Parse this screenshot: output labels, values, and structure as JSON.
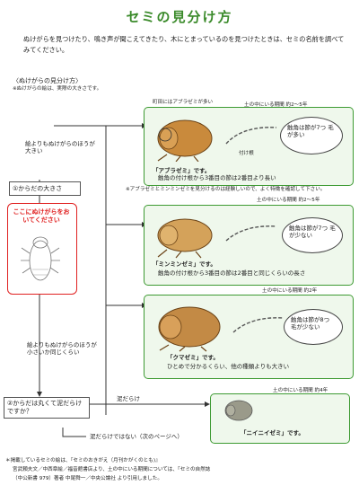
{
  "title": "セミの見分け方",
  "intro": "ぬけがらを見つけたり、鳴き声が聞こえてきたり、木にとまっているのを見つけたときは、セミの名前を調べてみてください。",
  "section": {
    "heading": "〈ぬけがらの見分け方〉",
    "note": "※ぬけがらの絵は、実際の大きさです。"
  },
  "left": {
    "q_large": "絵よりもぬけがらのほうが大きい",
    "step1": "①からだの大きさ",
    "red_box": "ここにぬけがらをおいてください",
    "q_small": "絵よりもぬけがらのほうが小さいか同じくらい",
    "step2": "②からだは丸くて泥だらけですか？",
    "muddy": "泥だらけ",
    "not_muddy": "泥だらけではない（次のページへ）"
  },
  "cards": [
    {
      "top_note": "町田にはアブラゼミが多い",
      "period": "土の中にいる期間 約2～5年",
      "name": "「アブラゼミ」です。",
      "desc": "触角の付け根から3番目の節は2番目より長い",
      "bubble": "触角は節が7つ 毛が多い",
      "base_label": "付け根"
    },
    {
      "top_note": "※アブラゼミとミンミンゼミを見分けるのは経験しいので、よく特徴を確認して下さい。",
      "period": "土の中にいる期間 約2～5年",
      "name": "「ミンミンゼミ」です。",
      "desc": "触角の付け根から3番目の節は2番目と同じくらいの長さ",
      "bubble": "触角は節が7つ 毛が少ない",
      "base_label": ""
    },
    {
      "top_note": "",
      "period": "土の中にいる期間 約2年",
      "name": "「クマゼミ」です。",
      "desc": "ひとめで分かるくらい、他の種類よりも大きい",
      "bubble": "触角は節が8つ 毛が少ない",
      "base_label": ""
    },
    {
      "top_note": "",
      "period": "土の中にいる期間 約4年",
      "name": "「ニイニイゼミ」です。",
      "desc": "",
      "bubble": "",
      "base_label": ""
    }
  ],
  "footer": {
    "line1": "＊掲載しているセミの絵は、『セミのおきがえ（月刊かがくのとも)』",
    "line2": "宮武頼夫文／中西章絵／福音館書店より、土の中にいる期間については、「セミの自然誌",
    "line3": "（中公新書 979）著者 中尾舜一／中央公論社 より引用しました。"
  },
  "colors": {
    "title": "#3a8a2a",
    "card_border": "#3d9a32",
    "card_bg": "#eff8ec",
    "red": "#e02020"
  }
}
